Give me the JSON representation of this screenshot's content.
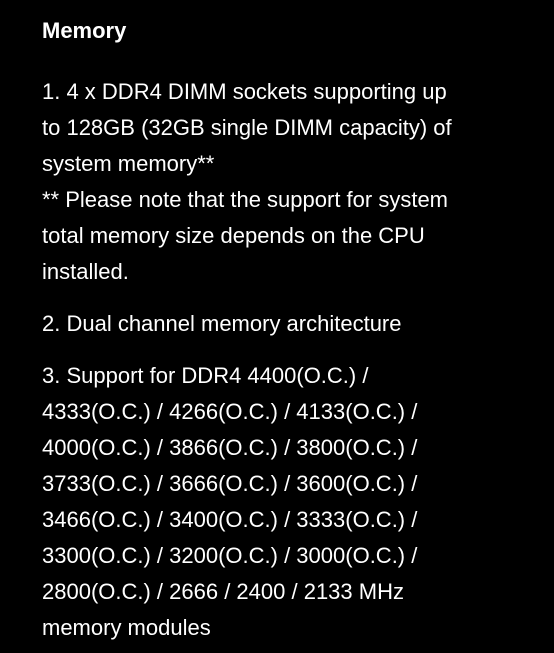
{
  "section": {
    "title": "Memory",
    "items": [
      {
        "lines": [
          "1. 4 x DDR4 DIMM sockets supporting up",
          "to 128GB (32GB single DIMM capacity) of",
          "system memory**",
          "** Please note that the support for system",
          "total memory size depends on the CPU",
          "installed."
        ]
      },
      {
        "lines": [
          "2. Dual channel memory architecture"
        ]
      },
      {
        "lines": [
          "3. Support for DDR4 4400(O.C.) /",
          "4333(O.C.) / 4266(O.C.) / 4133(O.C.) /",
          "4000(O.C.) / 3866(O.C.) / 3800(O.C.) /",
          "3733(O.C.) / 3666(O.C.) / 3600(O.C.) /",
          "3466(O.C.) / 3400(O.C.) / 3333(O.C.) /",
          "3300(O.C.) / 3200(O.C.) / 3000(O.C.) /",
          "2800(O.C.) / 2666 / 2400 / 2133 MHz",
          "memory modules"
        ]
      }
    ]
  }
}
